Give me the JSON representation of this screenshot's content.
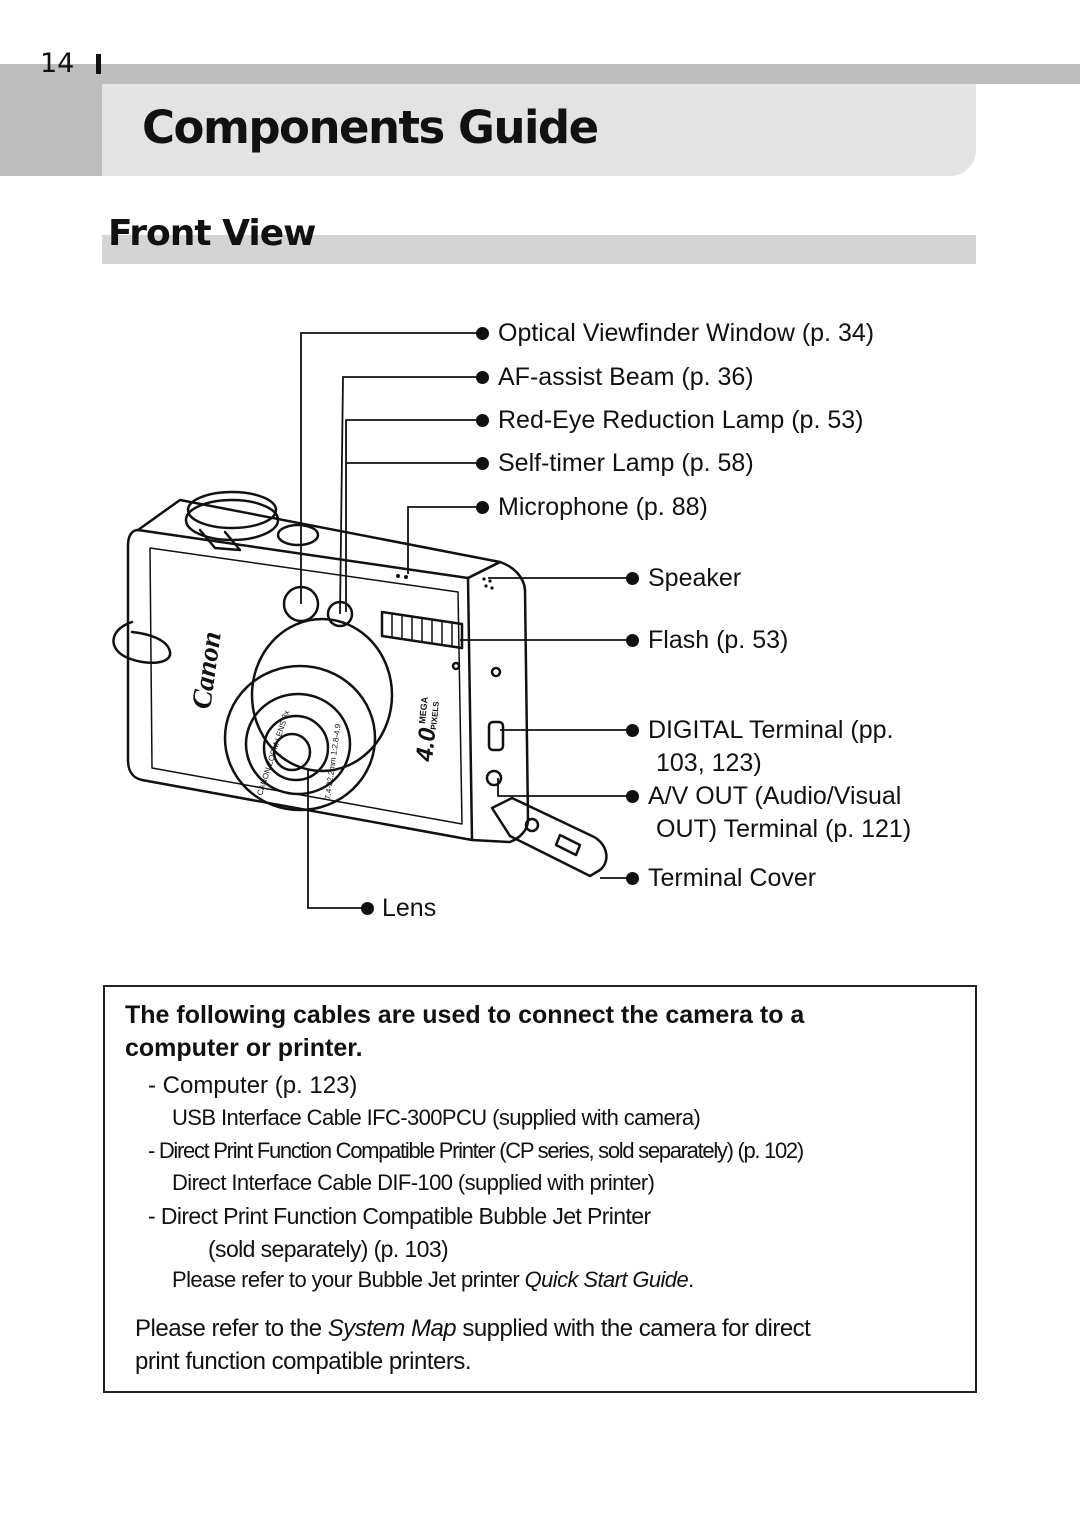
{
  "header": {
    "page_number": "14",
    "title": "Components Guide"
  },
  "section": {
    "title": "Front View"
  },
  "labels": {
    "viewfinder": "Optical Viewfinder Window (p. 34)",
    "af_beam": "AF-assist Beam (p. 36)",
    "red_eye": "Red-Eye Reduction Lamp (p. 53)",
    "self_timer": "Self-timer Lamp (p. 58)",
    "microphone": "Microphone (p. 88)",
    "speaker": "Speaker",
    "flash": "Flash (p. 53)",
    "digital_terminal_1": "DIGITAL Terminal (pp.",
    "digital_terminal_2": "103, 123)",
    "av_out_1": "A/V OUT (Audio/Visual",
    "av_out_2": "OUT) Terminal (p. 121)",
    "terminal_cover": "Terminal Cover",
    "lens": "Lens"
  },
  "camera": {
    "brand": "Canon",
    "megapixels": "4.0",
    "mega_label": "MEGA",
    "pixels_label": "PIXELS",
    "lens_ring": "CANON ZOOM LENS 3x",
    "lens_spec": "7.4-22.2mm 1:2.8-4.9"
  },
  "info_box": {
    "heading_1": "The following cables are used to connect the camera to a",
    "heading_2": "computer or printer.",
    "item1_title": "- Computer (p. 123)",
    "item1_desc": "USB Interface Cable IFC-300PCU (supplied with camera)",
    "item2_title": "- Direct Print Function Compatible Printer (CP series, sold separately) (p. 102)",
    "item2_desc": "Direct Interface Cable DIF-100 (supplied with printer)",
    "item3_title_1": "- Direct Print Function Compatible Bubble Jet Printer",
    "item3_title_2": "(sold separately) (p. 103)",
    "item3_desc_pre": "Please refer to your Bubble Jet printer ",
    "item3_desc_em": "Quick Start Guide",
    "item3_desc_post": ".",
    "note_pre": "Please refer to the ",
    "note_em": "System Map",
    "note_post": " supplied with the camera for direct",
    "note_2": "print function compatible printers."
  }
}
